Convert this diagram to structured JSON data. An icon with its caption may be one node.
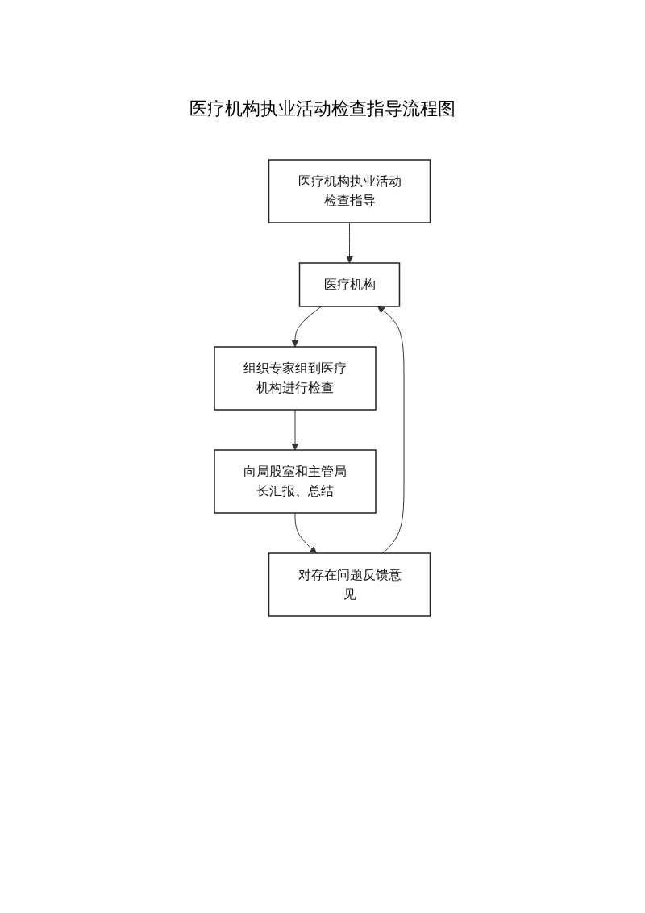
{
  "diagram": {
    "title": "医疗机构执业活动检查指导流程图",
    "nodes": [
      {
        "text": [
          "医疗机构执业活动检查指导"
        ]
      },
      {
        "text": [
          "医疗机构"
        ]
      },
      {
        "text": [
          "组织专家组到医疗机构进行检查"
        ]
      },
      {
        "text": [
          "向局股室和主管局长汇报、总结"
        ]
      },
      {
        "text": [
          "对存在问题反馈意见"
        ]
      }
    ],
    "edges": [
      {
        "from": 0,
        "to": 1,
        "arrow": "to"
      },
      {
        "from": 1,
        "to": 2,
        "arrow": "to"
      },
      {
        "from": 2,
        "to": 3,
        "arrow": "to"
      },
      {
        "from": 3,
        "to": 4,
        "arrow": "to"
      },
      {
        "from": 4,
        "to": 1,
        "arrow": "to"
      }
    ]
  }
}
